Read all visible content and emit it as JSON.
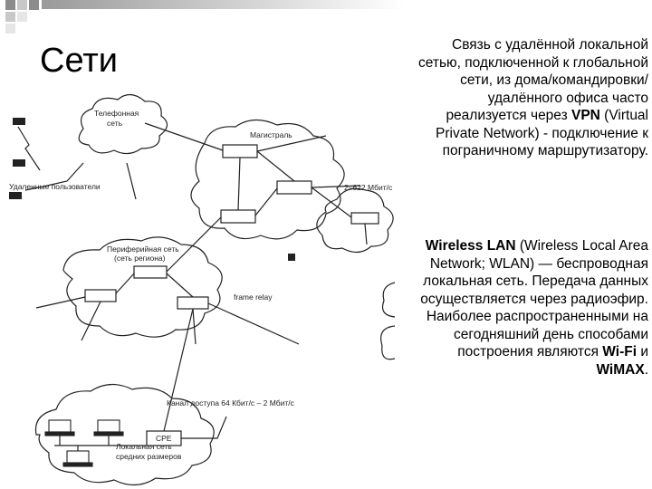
{
  "slide": {
    "title": "Сети",
    "accent_colors": [
      "#8c8c8c",
      "#c8c8c8",
      "#e6e6e6"
    ]
  },
  "diagram": {
    "labels": {
      "telephone_net_1": "Телефонная",
      "telephone_net_2": "сеть",
      "backbone": "Магистраль",
      "speed": "2–622 Мбит/с",
      "remote_users": "Удаленные пользователи",
      "peripheral_1": "Периферийная сеть",
      "peripheral_2": "(сеть региона)",
      "frame_relay": "frame relay",
      "access_channel": "Канал доступа 64 Кбит/с – 2 Мбит/с",
      "cpe": "CPE",
      "local_1": "Локальная сеть",
      "local_2": "средних размеров"
    }
  },
  "text": {
    "p1_a": "Связь с удалённой локальной сетью, подключенной к глобальной сети, из дома/командировки/ удалённого офиса часто реализуется через ",
    "p1_vpn": "VPN",
    "p1_b": " (Virtual Private Network) - подключение к пограничному маршрутизатору.",
    "p2_wlan": "Wireless LAN",
    "p2_a": " (Wireless Local Area Network; WLAN) — беспроводная локальная сеть. Передача данных осуществляется через радиоэфир. Наиболее распространенными на сегодняшний день способами построения являются ",
    "p2_wifi": "Wi-Fi",
    "p2_and": " и ",
    "p2_wimax": "WiMAX",
    "p2_end": "."
  }
}
